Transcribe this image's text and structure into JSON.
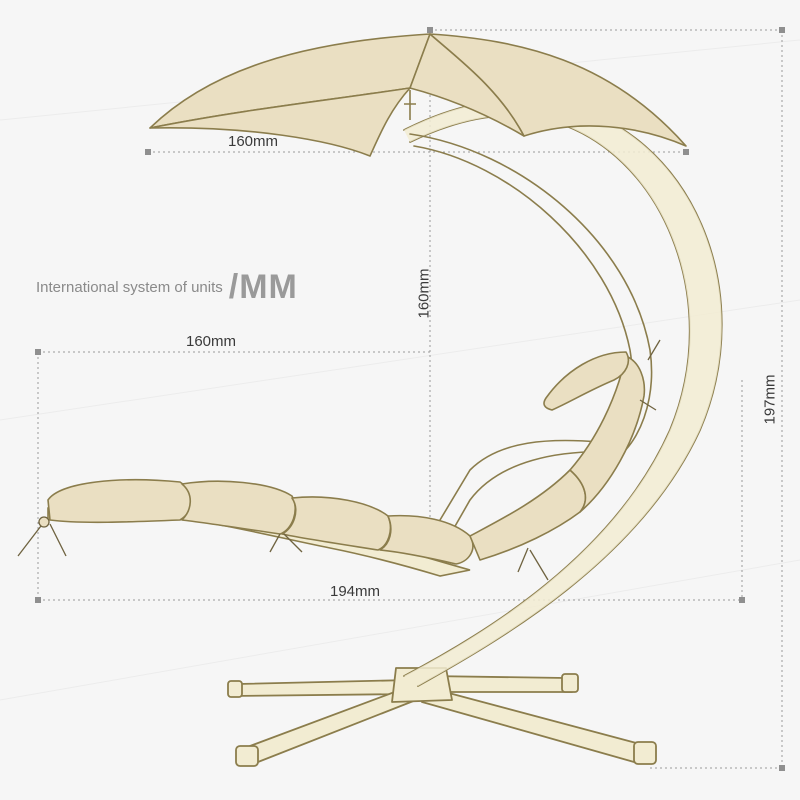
{
  "caption": {
    "text": "International system of units",
    "unit": "/MM"
  },
  "dimensions": {
    "canopy_width": "160mm",
    "seat_width": "160mm",
    "base_width": "194mm",
    "frame_height": "160mm",
    "total_height": "197mm"
  },
  "colors": {
    "background": "#f6f6f6",
    "fabric": "#eadfc2",
    "frame": "#f2ecd2",
    "outline": "#8b7d4c",
    "dim_line": "#8f8f8f"
  }
}
